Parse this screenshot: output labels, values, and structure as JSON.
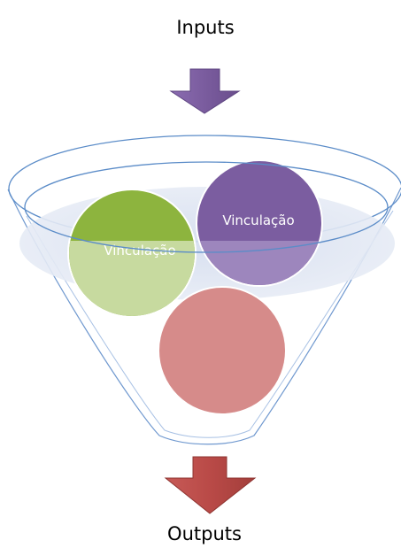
{
  "input_label": "Inputs",
  "output_label": "Outputs",
  "circles": [
    {
      "label": "Vinculação",
      "color": "#8db43e"
    },
    {
      "label": "Vinculação",
      "color": "#7b5da0"
    },
    {
      "label": "",
      "color": "#d77f7f"
    }
  ],
  "colors": {
    "input_arrow": "#8064a2",
    "output_arrow": "#c0504d",
    "funnel_outline": "#5b8cc8",
    "funnel_fill": "#dde4f1"
  }
}
